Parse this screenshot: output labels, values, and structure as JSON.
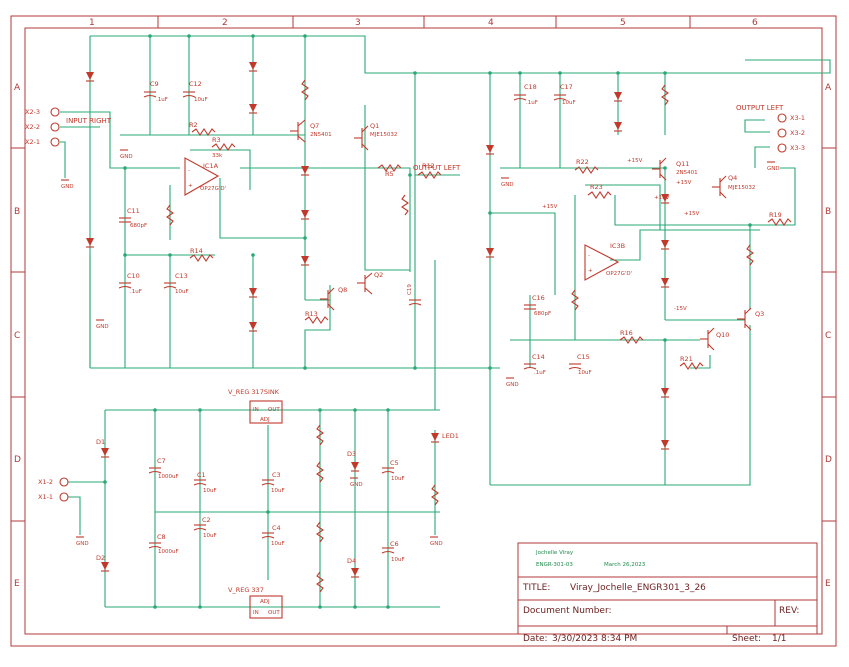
{
  "frame": {
    "columns": [
      "1",
      "2",
      "3",
      "4",
      "5",
      "6"
    ],
    "rows": [
      "A",
      "B",
      "C",
      "D",
      "E"
    ]
  },
  "title_block": {
    "author": "Jochelle Viray",
    "course": "ENGR-301-03",
    "design_date": "March 26,2023",
    "title_label": "TITLE:",
    "title_value": "Viray_Jochelle_ENGR301_3_26",
    "docnum_label": "Document Number:",
    "rev_label": "REV:",
    "date_label": "Date:",
    "date_value": "3/30/2023 8:34 PM",
    "sheet_label": "Sheet:",
    "sheet_value": "1/1"
  },
  "nets": {
    "input_right": "INPUT RIGHT",
    "output_left_mid": "OUTPUT LEFT",
    "output_left_right": "OUTPUT LEFT",
    "gnd": "GND",
    "plus15": "+15V",
    "minus15": "-15V"
  },
  "connectors": {
    "x2": [
      "X2-3",
      "X2-2",
      "X2-1"
    ],
    "x3": [
      "X3-1",
      "X3-2",
      "X3-3"
    ],
    "x1": [
      "X1-2",
      "X1-1"
    ]
  },
  "regulators": {
    "top_label": "V_REG 317SINK",
    "bottom_label": "V_REG 337",
    "in": "IN",
    "out": "OUT",
    "adj": "ADJ"
  },
  "components": {
    "c9": "C9",
    "c9v": ".1uF",
    "c12": "C12",
    "c12v": "10uF",
    "r2": "R2",
    "r3": "R3",
    "r3v": "33k",
    "ic1": "IC1A",
    "ic1v": "OP27G'D'",
    "q7": "Q7",
    "q7v": "2N5401",
    "q1": "Q1",
    "q1v": "MJE15032",
    "r5": "R5",
    "r12": "R12",
    "c11": "C11",
    "c11v": "680pF",
    "r14": "R14",
    "c10": "C10",
    "c10v": ".1uF",
    "c13": "C13",
    "c13v": "10uF",
    "q2": "Q2",
    "q8": "Q8",
    "r13": "R13",
    "c18": "C18",
    "c18v": ".1uF",
    "c17": "C17",
    "c17v": "10uF",
    "r22": "R22",
    "r23": "R23",
    "q11": "Q11",
    "q11v": "2N5401",
    "q4": "Q4",
    "q4v": "MJE15032",
    "r19": "R19",
    "ic2": "IC3B",
    "ic2v": "OP27G'D'",
    "c16": "C16",
    "c16v": "680pF",
    "r16": "R16",
    "c14": "C14",
    "c14v": ".1uF",
    "c15": "C15",
    "c15v": "10uF",
    "q3": "Q3",
    "q10": "Q10",
    "r21": "R21",
    "c7": "C7",
    "c7v": "1000uF",
    "c8": "C8",
    "c8v": "1000uF",
    "c1": "C1",
    "c1v": "10uF",
    "c2": "C2",
    "c2v": "10uF",
    "c3": "C3",
    "c3v": "10uF",
    "c4": "C4",
    "c4v": "10uF",
    "c5": "C5",
    "c5v": "10uF",
    "c6": "C6",
    "c6v": "10uF",
    "d1": "D1",
    "d2": "D2",
    "d3": "D3",
    "d4": "D4",
    "led": "LED1",
    "c19": "C19"
  }
}
